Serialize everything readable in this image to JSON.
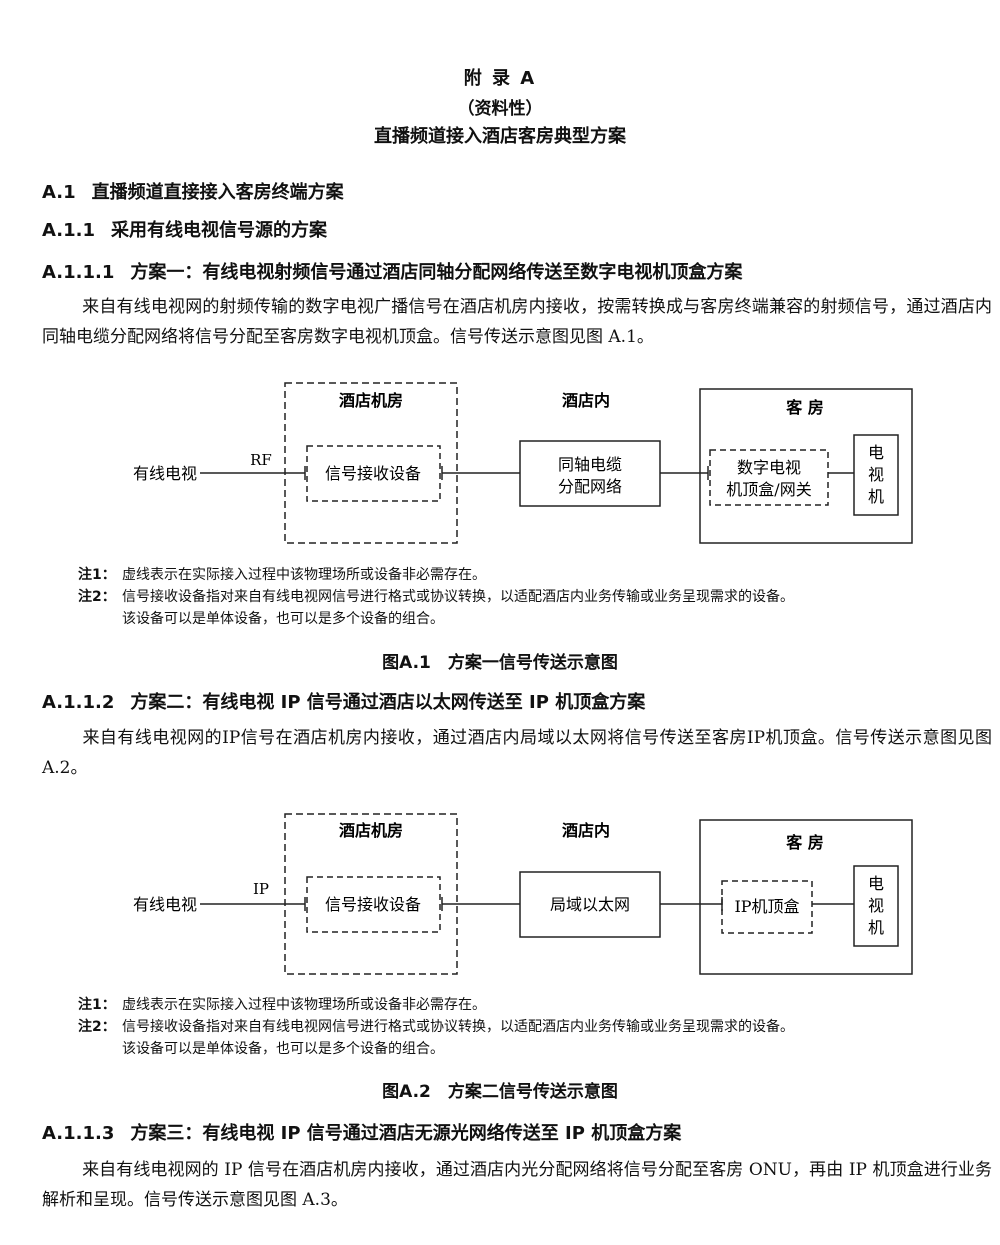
{
  "header": {
    "appendix": "附 录 A",
    "nature": "（资料性）",
    "title": "直播频道接入酒店客房典型方案"
  },
  "sections": {
    "a1": {
      "num": "A.1",
      "title": "直播频道直接接入客房终端方案"
    },
    "a11": {
      "num": "A.1.1",
      "title": "采用有线电视信号源的方案"
    },
    "a111": {
      "num": "A.1.1.1",
      "title": "方案一：有线电视射频信号通过酒店同轴分配网络传送至数字电视机顶盒方案"
    },
    "a112": {
      "num": "A.1.1.2",
      "title": "方案二：有线电视 IP 信号通过酒店以太网传送至 IP 机顶盒方案"
    },
    "a113": {
      "num": "A.1.1.3",
      "title": "方案三：有线电视 IP 信号通过酒店无源光网络传送至 IP 机顶盒方案"
    }
  },
  "paragraphs": {
    "p1": "来自有线电视网的射频传输的数字电视广播信号在酒店机房内接收，按需转换成与客房终端兼容的射频信号，通过酒店内同轴电缆分配网络将信号分配至客房数字电视机顶盒。信号传送示意图见图 A.1。",
    "p2": "来自有线电视网的IP信号在酒店机房内接收，通过酒店内局域以太网将信号传送至客房IP机顶盒。信号传送示意图见图 A.2。",
    "p3": "来自有线电视网的 IP 信号在酒店机房内接收，通过酒店内光分配网络将信号分配至客房 ONU，再由 IP 机顶盒进行业务解析和呈现。信号传送示意图见图 A.3。"
  },
  "figure1": {
    "source": "有线电视",
    "signal": "RF",
    "machine_room": "酒店机房",
    "receiver": "信号接收设备",
    "hotel_inside": "酒店内",
    "network_line1": "同轴电缆",
    "network_line2": "分配网络",
    "guest_room": "客 房",
    "stb_line1": "数字电视",
    "stb_line2": "机顶盒/网关",
    "tv_1": "电",
    "tv_2": "视",
    "tv_3": "机",
    "caption": "图A.1　方案一信号传送示意图"
  },
  "figure2": {
    "source": "有线电视",
    "signal": "IP",
    "machine_room": "酒店机房",
    "receiver": "信号接收设备",
    "hotel_inside": "酒店内",
    "network": "局域以太网",
    "guest_room": "客 房",
    "stb": "IP机顶盒",
    "tv_1": "电",
    "tv_2": "视",
    "tv_3": "机",
    "caption": "图A.2　方案二信号传送示意图"
  },
  "notes": {
    "n1_label": "注1：",
    "n1": "虚线表示在实际接入过程中该物理场所或设备非必需存在。",
    "n2_label": "注2：",
    "n2_line1": "信号接收设备指对来自有线电视网信号进行格式或协议转换，以适配酒店内业务传输或业务呈现需求的设备。",
    "n2_line2": "该设备可以是单体设备，也可以是多个设备的组合。"
  }
}
